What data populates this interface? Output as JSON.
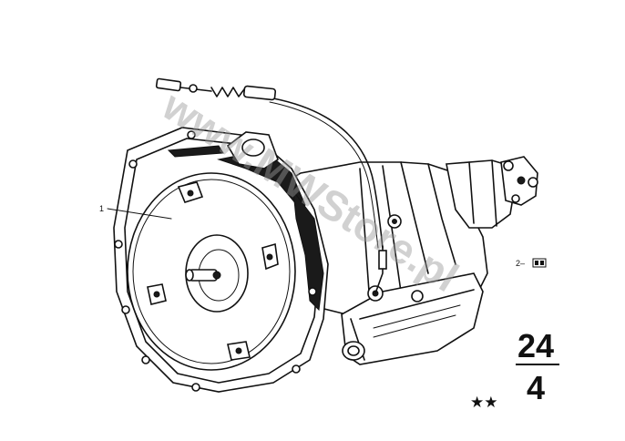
{
  "callouts": {
    "part1": "1",
    "part2": "2–"
  },
  "group": {
    "main_number": "24",
    "sub_number": "4"
  },
  "stars": "★★",
  "watermark": "www.MWStore.pl",
  "icons": {
    "part2_symbol": "box-symbol-icon"
  }
}
